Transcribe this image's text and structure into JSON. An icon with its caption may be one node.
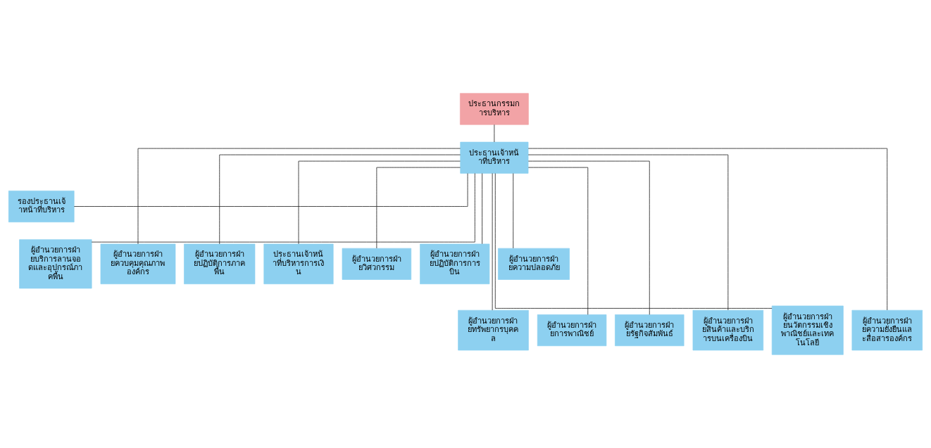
{
  "diagram": {
    "nodes": [
      {
        "text": [
          "ประธานกรรมการบริหาร"
        ]
      },
      {
        "text": [
          "ประธานเจ้าหน้าที่บริหาร"
        ]
      },
      {
        "text": [
          "รองประธานเจ้าหน้าที่บริหาร"
        ]
      },
      {
        "text": [
          "ผู้อำนวยการฝ่ายบริการลานจอดและอุปกรณ์ภาคพื้น"
        ]
      },
      {
        "text": [
          "ผู้อำนวยการฝ่ายควบคุมคุณภาพองค์กร"
        ]
      },
      {
        "text": [
          "ผู้อำนวยการฝ่ายปฏิบัติการภาคพื้น"
        ]
      },
      {
        "text": [
          "ประธานเจ้าหน้าที่บริหารการเงิน"
        ]
      },
      {
        "text": [
          "ผู้อำนวยการฝ่ายวิศวกรรม"
        ]
      },
      {
        "text": [
          "ผู้อำนวยการฝ่ายปฏิบัติการการบิน"
        ]
      },
      {
        "text": [
          "ผู้อำนวยการฝ่ายความปลอดภัย"
        ]
      },
      {
        "text": [
          "ผู้อำนวยการฝ่ายทรัพยากรบุคคล"
        ]
      },
      {
        "text": [
          "ผู้อำนวยการฝ่ายการพาณิชย์"
        ]
      },
      {
        "text": [
          "ผู้อำนวยการฝ่ายรัฐกิจสัมพันธ์"
        ]
      },
      {
        "text": [
          "ผู้อำนวยการฝ่ายสินค้าและบริการบนเครื่องบิน"
        ]
      },
      {
        "text": [
          "ผู้อำนวยการฝ่ายนวัตกรรมเชิงพาณิชย์และเทคโนโลยี"
        ]
      },
      {
        "text": [
          "ผู้อำนวยการฝ่ายความยั่งยืนและสื่อสารองค์กร"
        ]
      }
    ],
    "edges": [
      {
        "from": 0,
        "to": 1,
        "arrow": "none"
      },
      {
        "from": 1,
        "to": 2,
        "arrow": "none"
      },
      {
        "from": 1,
        "to": 3,
        "arrow": "none"
      },
      {
        "from": 1,
        "to": 4,
        "arrow": "none"
      },
      {
        "from": 1,
        "to": 5,
        "arrow": "none"
      },
      {
        "from": 1,
        "to": 6,
        "arrow": "none"
      },
      {
        "from": 1,
        "to": 7,
        "arrow": "none"
      },
      {
        "from": 1,
        "to": 8,
        "arrow": "none"
      },
      {
        "from": 1,
        "to": 9,
        "arrow": "none"
      },
      {
        "from": 1,
        "to": 10,
        "arrow": "none"
      },
      {
        "from": 1,
        "to": 11,
        "arrow": "none"
      },
      {
        "from": 1,
        "to": 12,
        "arrow": "none"
      },
      {
        "from": 1,
        "to": 13,
        "arrow": "none"
      },
      {
        "from": 1,
        "to": 14,
        "arrow": "none"
      },
      {
        "from": 1,
        "to": 15,
        "arrow": "none"
      }
    ]
  }
}
